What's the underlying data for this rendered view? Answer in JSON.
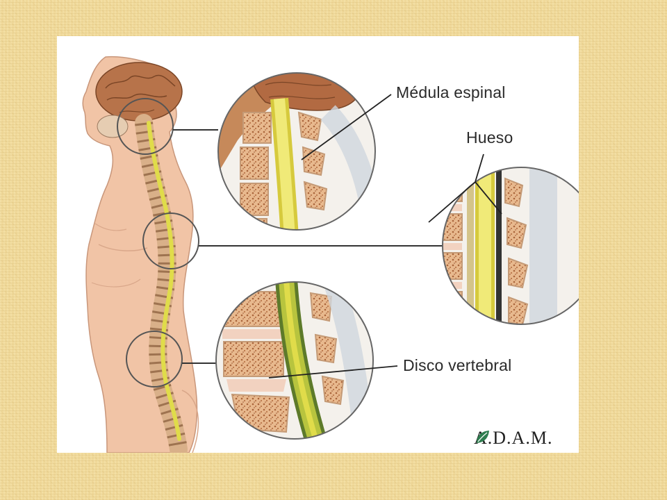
{
  "labels": {
    "spinal_cord": "Médula espinal",
    "bone": "Hueso",
    "disc": "Disco vertebral"
  },
  "logo": {
    "text": "A.D.A.M.",
    "icon": "leaf-icon",
    "color": "#2e7d4f"
  },
  "colors": {
    "background": "#f0d99a",
    "skin": "#f0c2a4",
    "spinal_cord": "#e8e35a",
    "bone": "#e3b48a",
    "disc": "#f2d2c0"
  }
}
